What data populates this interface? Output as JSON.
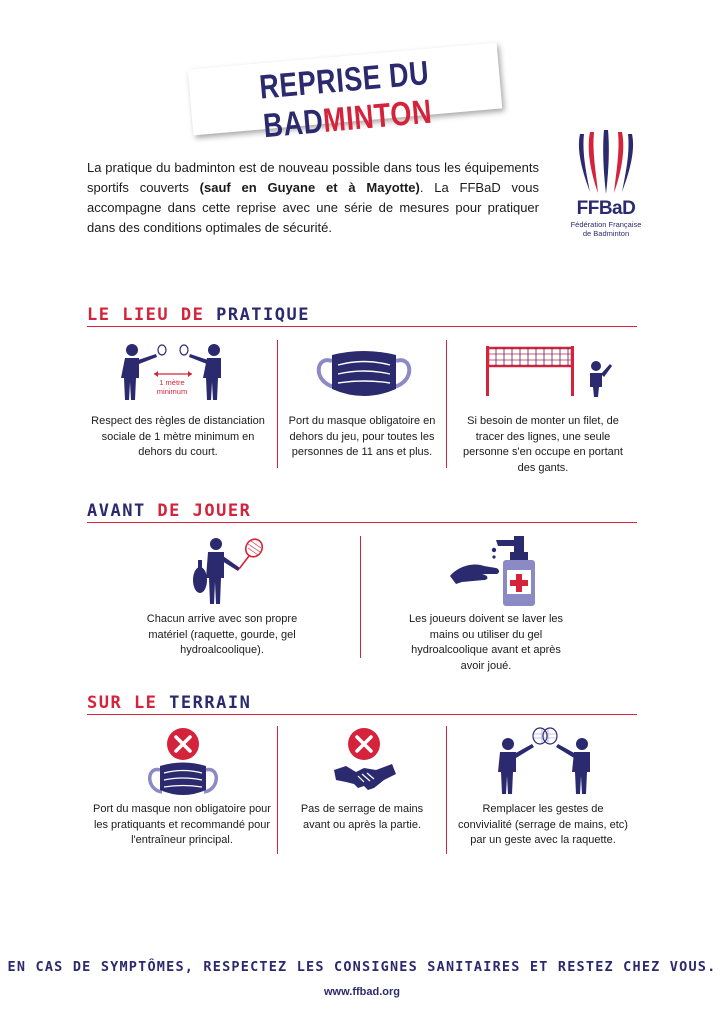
{
  "title": {
    "part1": "REPRISE DU BAD",
    "part2": "MINTON"
  },
  "intro": {
    "text1": "La pratique du badminton est de nouveau possible dans tous les équipements sportifs couverts ",
    "bold": "(sauf en Guyane et à Mayotte)",
    "text2": ". La FFBaD vous accompagne dans cette reprise avec une série de mesures pour pratiquer dans des conditions optimales de sécurité."
  },
  "logo": {
    "brand": "FFBaD",
    "line1": "Fédération Française",
    "line2": "de Badminton"
  },
  "sections": [
    {
      "title_a": "LE LIEU DE ",
      "title_b": "PRATIQUE",
      "items": [
        {
          "icon": "distance-players-icon",
          "label": "1 mètre minimum",
          "caption": "Respect des règles de distanciation sociale de 1 mètre minimum en dehors du court."
        },
        {
          "icon": "face-mask-icon",
          "caption": "Port du masque obligatoire en dehors du jeu, pour toutes les personnes de 11 ans et plus."
        },
        {
          "icon": "net-person-icon",
          "caption": "Si besoin de monter un filet, de tracer des lignes, une seule personne s'en occupe en portant des gants."
        }
      ]
    },
    {
      "title_a": "AVANT ",
      "title_b": "DE JOUER",
      "items": [
        {
          "icon": "player-equipment-icon",
          "caption": "Chacun arrive avec son propre matériel (raquette, gourde, gel hydroalcoolique)."
        },
        {
          "icon": "hand-sanitizer-icon",
          "caption": "Les joueurs doivent se laver les mains ou utiliser du gel hydroalcoolique avant et après avoir joué."
        }
      ]
    },
    {
      "title_a": "SUR LE ",
      "title_b": "TERRAIN",
      "items": [
        {
          "icon": "mask-not-required-icon",
          "caption": "Port du masque non obligatoire pour les pratiquants et recommandé pour l'entraîneur principal."
        },
        {
          "icon": "no-handshake-icon",
          "caption": "Pas de serrage de mains avant ou après la partie."
        },
        {
          "icon": "racket-greeting-icon",
          "caption": "Remplacer les gestes de convivialité (serrage de mains, etc) par un geste avec la raquette."
        }
      ]
    }
  ],
  "footer": {
    "warning": "EN CAS DE SYMPTÔMES, RESPECTEZ LES CONSIGNES SANITAIRES ET RESTEZ CHEZ VOUS.",
    "website": "www.ffbad.org"
  },
  "colors": {
    "navy": "#2b2a6e",
    "red": "#d5233b"
  }
}
